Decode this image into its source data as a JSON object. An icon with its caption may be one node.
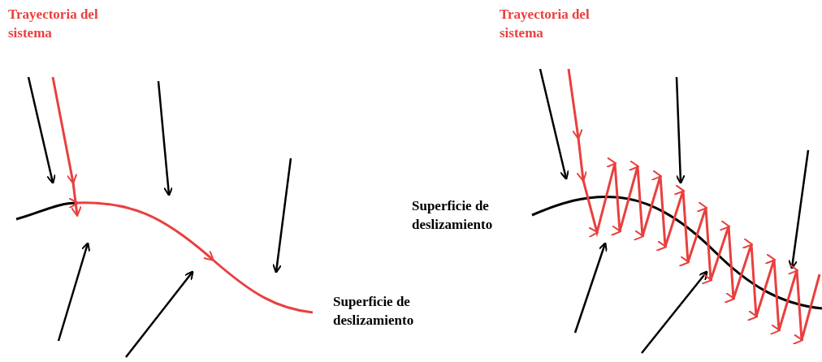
{
  "diagram": {
    "labels": [
      "Trayectoria del sistema",
      "Superficie de deslizamiento",
      "Trayectoria del sistema",
      "Superficie de deslizamiento"
    ]
  }
}
